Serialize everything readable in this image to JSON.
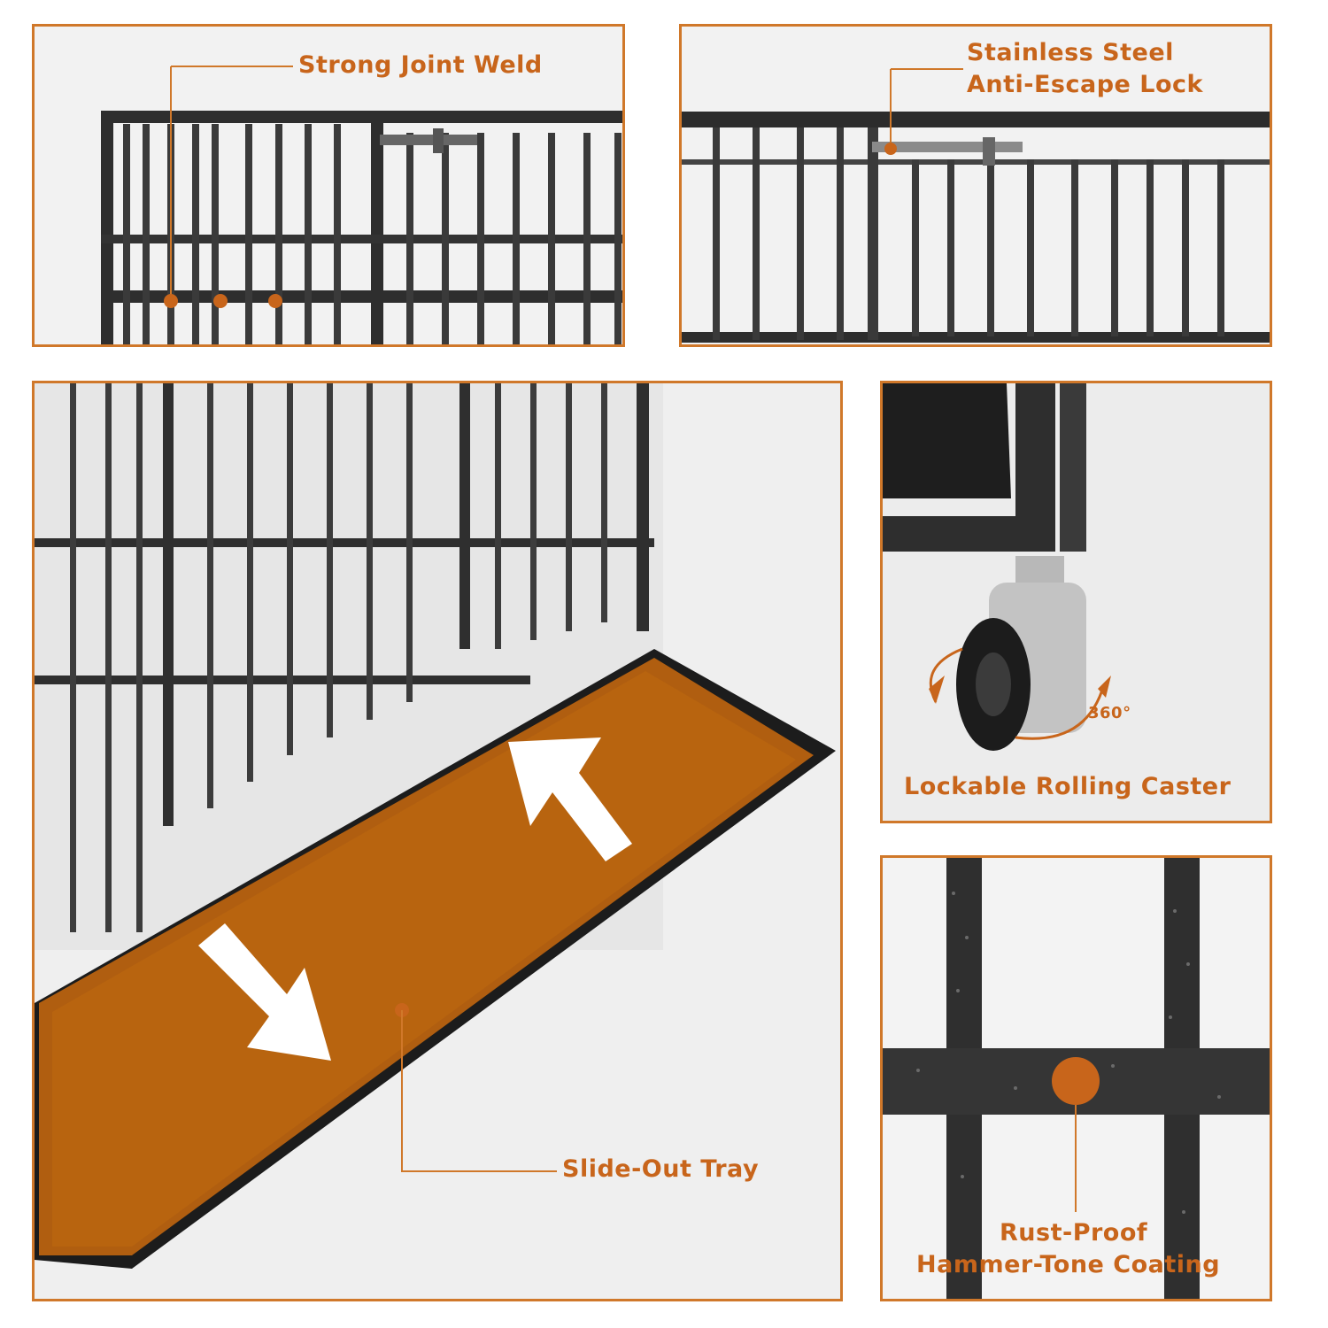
{
  "accent_color": "#d0782a",
  "label_color": "#c8651b",
  "panels": {
    "weld": {
      "label": "Strong Joint Weld"
    },
    "lock": {
      "label_line1": "Stainless Steel",
      "label_line2": "Anti-Escape Lock"
    },
    "tray": {
      "label": "Slide-Out Tray",
      "arrow_icons": [
        "arrow-up-icon",
        "arrow-down-icon"
      ]
    },
    "caster": {
      "label": "Lockable Rolling Caster",
      "rotation_label": "360°"
    },
    "coating": {
      "label_line1": "Rust-Proof",
      "label_line2": "Hammer-Tone Coating"
    }
  }
}
